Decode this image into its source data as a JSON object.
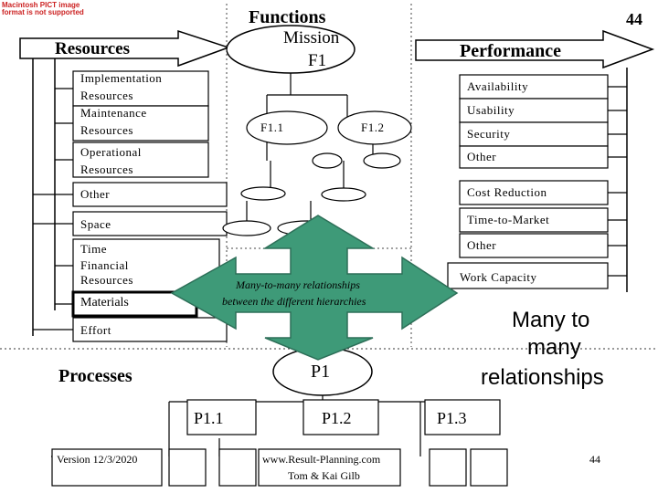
{
  "header": {
    "pict_notice": "Macintosh PICT image format is not supported",
    "functions_title": "Functions",
    "mission_line1": "Mission",
    "mission_line2": "F1",
    "resources_title": "Resources",
    "performance_title": "Performance",
    "slide_number_top": "44"
  },
  "resources": {
    "items": [
      "Implementation Resources",
      "Maintenance Resources",
      "Operational Resources",
      "Other",
      "Space",
      "Time",
      "Financial Resources",
      "Materials",
      "Effort"
    ]
  },
  "performance": {
    "items": [
      "Availability",
      "Usability",
      "Security",
      "Other",
      "Cost Reduction",
      "Time-to-Market",
      "Other",
      "Work Capacity"
    ]
  },
  "functions": {
    "f11": "F1.1",
    "f12": "F1.2"
  },
  "center_arrow": {
    "line1": "Many-to-many relationships",
    "line2": "between the different hierarchies"
  },
  "annotation": {
    "line1": "Many to",
    "line2": "many",
    "line3": "relationships"
  },
  "processes": {
    "title": "Processes",
    "p1": "P1",
    "p11": "P1.1",
    "p12": "P1.2",
    "p13": "P1.3"
  },
  "footer": {
    "version": "Version 12/3/2020",
    "website": "www.Result-Planning.com",
    "authors": "Tom & Kai Gilb",
    "page_number": "44"
  },
  "colors": {
    "arrow_fill": "#3e9a78",
    "pict_notice_text": "#cc2222"
  }
}
